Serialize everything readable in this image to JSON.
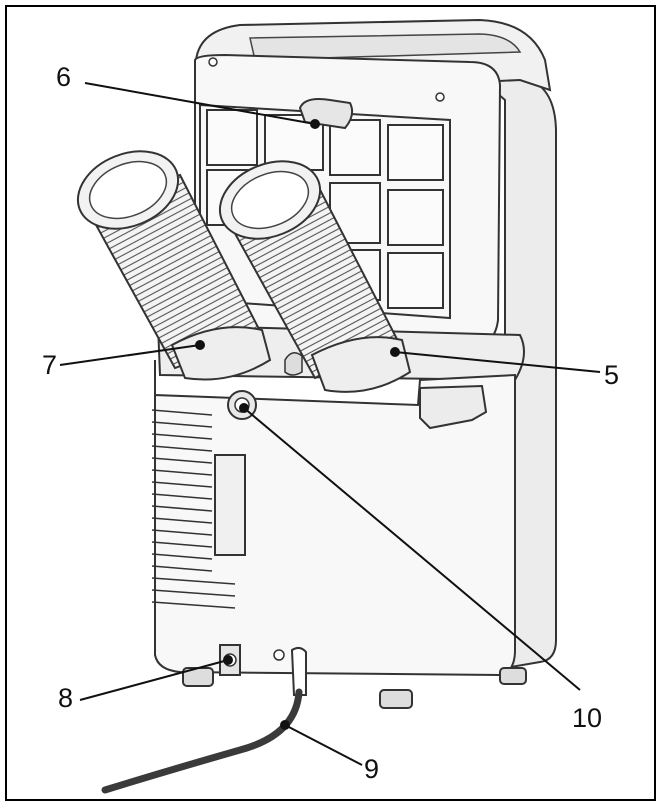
{
  "diagram": {
    "callouts": [
      {
        "id": "6",
        "label": "6"
      },
      {
        "id": "7",
        "label": "7"
      },
      {
        "id": "5",
        "label": "5"
      },
      {
        "id": "8",
        "label": "8"
      },
      {
        "id": "10",
        "label": "10"
      },
      {
        "id": "9",
        "label": "9"
      }
    ],
    "colors": {
      "outline": "#333333",
      "body_fill": "#f7f7f7",
      "shade": "#e2e2e2",
      "hose": "#444444"
    }
  }
}
